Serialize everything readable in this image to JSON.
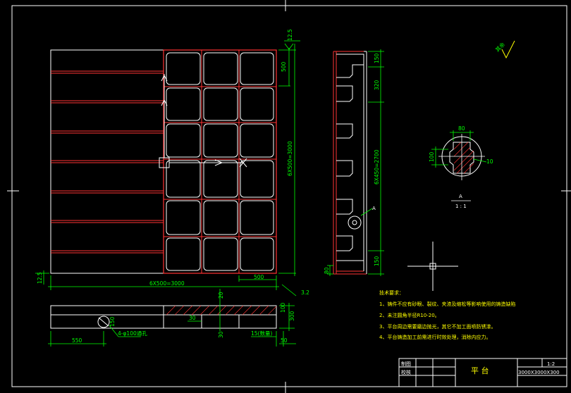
{
  "drawing": {
    "dims": {
      "top_gap": "12.5",
      "right_top": "500",
      "right_total": "6X500=3000",
      "bottom_total": "6X500=3000",
      "bottom_seg": "500",
      "left_small": "12.5",
      "right_small": "3.2",
      "sec_150_top": "150",
      "sec_320": "320",
      "sec_total": "6X450=2700",
      "sec_150_bot": "150",
      "sec_80": "80",
      "side_20": "20",
      "side_30a": "30",
      "side_30b": "30",
      "side_100": "100",
      "side_300": "300",
      "side_15": "15(数量)",
      "side_50": "50",
      "front_550": "550",
      "front_r150": "150",
      "front_holes": "4-φ100通孔",
      "detail_80": "80",
      "detail_100": "100",
      "detail_r10": "10",
      "section_label": "A",
      "section_scale": "1 : 1",
      "callout_A": "A",
      "roughness": "其余"
    },
    "notes": {
      "title": "技术要求：",
      "items": [
        "1、铸件不应有砂眼、裂纹、夹渣及缩松等影响使用的铸造缺陷",
        "2、未注圆角半径R10-20。",
        "3、平台周边需要磨边抛光，其它不加工面喷防锈漆。",
        "4、平台铸造加工前需进行时效处理，消除内应力。"
      ]
    },
    "title_block": {
      "row1": "制图",
      "row2": "校核",
      "name": "平 台",
      "scale": "1:2",
      "spec": "3000X3000X300"
    }
  }
}
